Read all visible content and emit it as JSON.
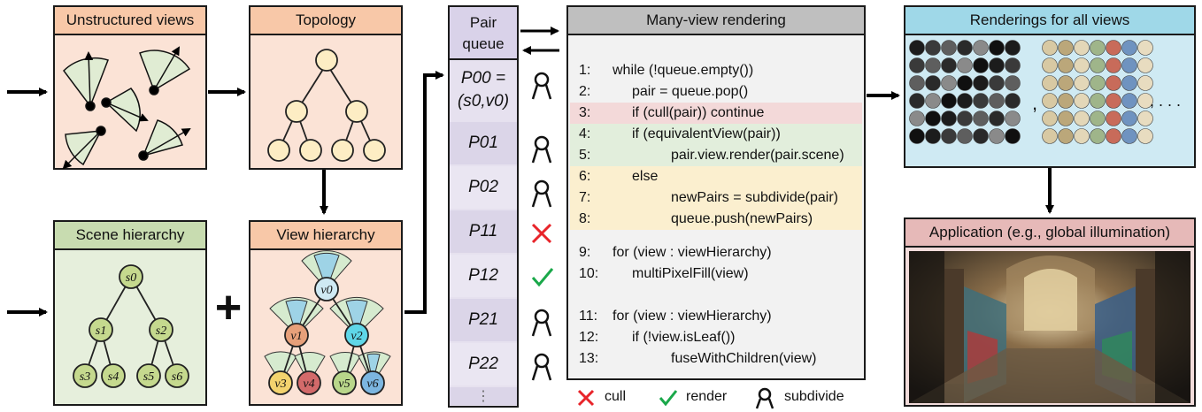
{
  "panels": {
    "unstructured_views": "Unstructured views",
    "topology": "Topology",
    "scene_hierarchy": "Scene hierarchy",
    "view_hierarchy": "View hierarchy",
    "pair_queue": [
      "Pair",
      "queue"
    ],
    "many_view": "Many-view rendering",
    "renderings": "Renderings for all views",
    "application": "Application (e.g., global illumination)"
  },
  "scene_nodes": {
    "s0": "s0",
    "s1": "s1",
    "s2": "s2",
    "s3": "s3",
    "s4": "s4",
    "s5": "s5",
    "s6": "s6"
  },
  "view_nodes": {
    "v0": "v0",
    "v1": "v1",
    "v2": "v2",
    "v3": "v3",
    "v4": "v4",
    "v5": "v5",
    "v6": "v6"
  },
  "plus_sign": "+",
  "queue_items": [
    {
      "label": "P00 =",
      "sub": "(s0,v0)",
      "mark": "subdivide"
    },
    {
      "label": "P01",
      "mark": "subdivide"
    },
    {
      "label": "P02",
      "mark": "subdivide"
    },
    {
      "label": "P11",
      "mark": "cull"
    },
    {
      "label": "P12",
      "mark": "render"
    },
    {
      "label": "P21",
      "mark": "subdivide"
    },
    {
      "label": "P22",
      "mark": "subdivide"
    }
  ],
  "queue_more": "⋮",
  "code": [
    {
      "n": "1:",
      "text": "while (!queue.empty())",
      "indent": 0,
      "bg": ""
    },
    {
      "n": "2:",
      "text": "pair = queue.pop()",
      "indent": 1,
      "bg": ""
    },
    {
      "n": "3:",
      "text": "if (cull(pair)) continue",
      "indent": 1,
      "bg": "#f3d9d9"
    },
    {
      "n": "4:",
      "text": "if (equivalentView(pair))",
      "indent": 1,
      "bg": "#e2eedc"
    },
    {
      "n": "5:",
      "text": "pair.view.render(pair.scene)",
      "indent": 3,
      "bg": "#e2eedc"
    },
    {
      "n": "6:",
      "text": "else",
      "indent": 1,
      "bg": "#fbefcf"
    },
    {
      "n": "7:",
      "text": "newPairs = subdivide(pair)",
      "indent": 3,
      "bg": "#fbefcf"
    },
    {
      "n": "8:",
      "text": "queue.push(newPairs)",
      "indent": 3,
      "bg": "#fbefcf"
    },
    {
      "n": "9:",
      "text": "for (view : viewHierarchy)",
      "indent": 0,
      "bg": ""
    },
    {
      "n": "10:",
      "text": "multiPixelFill(view)",
      "indent": 1,
      "bg": ""
    },
    {
      "n": "11:",
      "text": "for (view : viewHierarchy)",
      "indent": 0,
      "bg": ""
    },
    {
      "n": "12:",
      "text": "if (!view.isLeaf())",
      "indent": 1,
      "bg": ""
    },
    {
      "n": "13:",
      "text": "fuseWithChildren(view)",
      "indent": 3,
      "bg": ""
    }
  ],
  "legend": {
    "cull": "cull",
    "render": "render",
    "subdivide": "subdivide"
  },
  "renderings_separator": ",",
  "renderings_ellipsis": ", . . .",
  "colors": {
    "peach": "#fbe3d6",
    "green_panel": "#e6efdc",
    "lavender": "#d9d2e9",
    "gray_header": "#bfbfbf",
    "blue_header": "#9fd8e8",
    "pink_header": "#e6b9b8",
    "node_cream": "#fdedc4",
    "node_green": "#c5d98e",
    "cull_red": "#e8242a",
    "render_green": "#1aa84a"
  }
}
